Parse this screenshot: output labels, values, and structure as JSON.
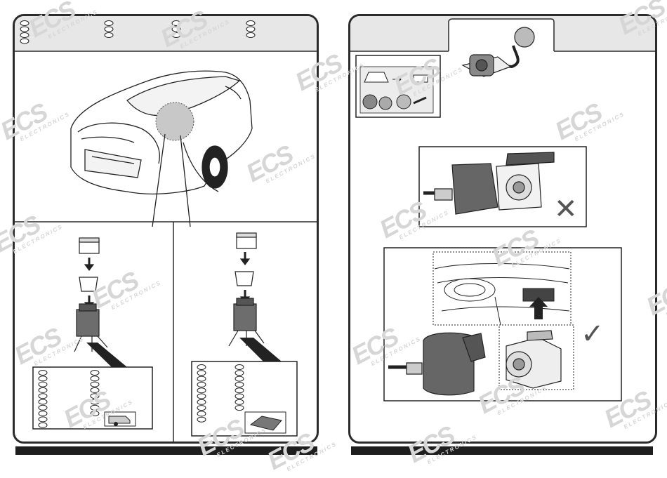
{
  "watermark": {
    "brand": "ECS",
    "sub": "ELECTRONICS"
  },
  "left_page": {
    "top_oval_columns": [
      4,
      3,
      3,
      3
    ],
    "legend_left_rows": 10,
    "legend_right_rows": 8
  },
  "right_page": {
    "wrong_mark": "✕",
    "right_mark": "✓"
  }
}
